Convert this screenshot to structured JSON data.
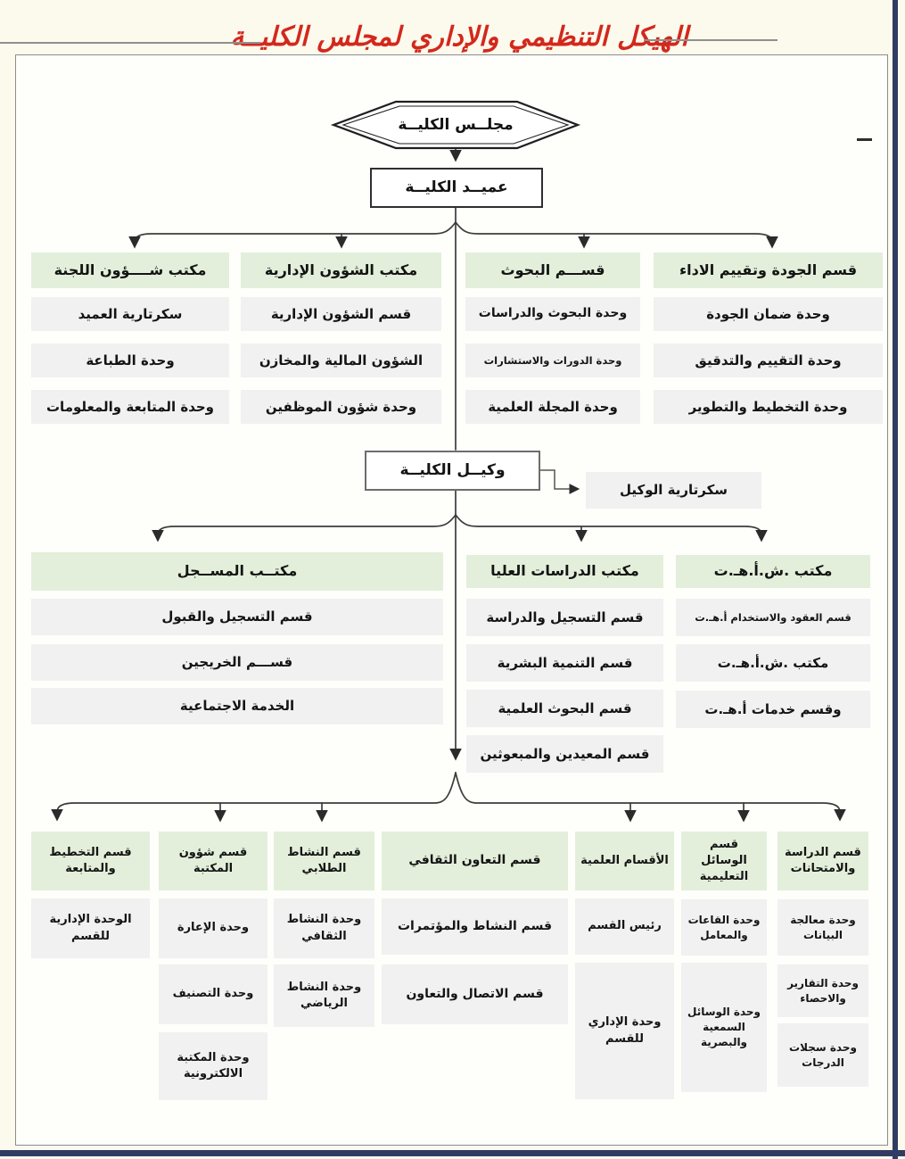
{
  "title": "الهيكل التنظيمي والإداري لمجلس الكليــة",
  "nodes": {
    "council": "مجلــس الكليــة",
    "dean": "عميــد الكليــة",
    "vice_dean": "وكيــل الكليــة",
    "vice_dean_secretary": "سكرتارية الوكيل"
  },
  "dean_offices": [
    {
      "header": "مكتب شــــؤون اللجنة",
      "items": [
        "سكرتارية العميد",
        "وحدة الطباعة",
        "وحدة المتابعة والمعلومات"
      ]
    },
    {
      "header": "مكتب الشؤون الإدارية",
      "items": [
        "قسم الشؤون الإدارية",
        "الشؤون المالية والمخازن",
        "وحدة شؤون الموظفين"
      ]
    },
    {
      "header": "قســـم البحوث",
      "items": [
        "وحدة البحوث والدراسات",
        "وحدة الدورات والاستشارات",
        "وحدة المجلة العلمية"
      ]
    },
    {
      "header": "قسم الجودة وتقييم الاداء",
      "items": [
        "وحدة ضمان الجودة",
        "وحدة التقييم والتدقيق",
        "وحدة التخطيط والتطوير"
      ]
    }
  ],
  "vice_offices": [
    {
      "header": "مكتــب المســجل",
      "items": [
        "قسم التسجيل والقبول",
        "قســـم الخريجين",
        "الخدمة الاجتماعية"
      ]
    },
    {
      "header": "مكتب الدراسات العليا",
      "items": [
        "قسم التسجيل والدراسة",
        "قسم التنمية البشرية",
        "قسم البحوث العلمية",
        "قسم المعيدين والمبعوثين"
      ]
    },
    {
      "header": "مكتب .ش.أ.هـ.ت",
      "items": [
        "قسم العقود والاستخدام أ.هـ.ت",
        "مكتب .ش.أ.هـ.ت",
        "وقسم خدمات أ.هـ.ت"
      ]
    }
  ],
  "departments": [
    {
      "header": "قسم التخطيط والمتابعة",
      "items": [
        "الوحدة الإدارية للقسم"
      ]
    },
    {
      "header": "قسم شؤون المكتبة",
      "items": [
        "وحدة الإعارة",
        "وحدة التصنيف",
        "وحدة المكتبة الالكترونية"
      ]
    },
    {
      "header": "قسم النشاط الطلابي",
      "items": [
        "وحدة النشاط الثقافي",
        "وحدة النشاط الرياضي"
      ]
    },
    {
      "header": "قسم التعاون الثقافي",
      "items": [
        "قسم النشاط والمؤتمرات",
        "قسم الاتصال والتعاون"
      ]
    },
    {
      "header": "الأقسام العلمية",
      "items": [
        "رئيس القسم",
        "وحدة الإداري للقسم"
      ]
    },
    {
      "header": "قسم الوسائل التعليمية",
      "items": [
        "وحدة القاعات والمعامل",
        "وحدة الوسائل السمعية والبصرية"
      ]
    },
    {
      "header": "قسم الدراسة والامتحانات",
      "items": [
        "وحدة معالجة البيانات",
        "وحدة التقارير والاحصاء",
        "وحدة سجلات الدرجات"
      ]
    }
  ],
  "colors": {
    "header_bg": "#e3efda",
    "item_bg": "#f1f1f1",
    "title_red": "#d3281c",
    "line": "#3c3c3c",
    "page_edge_blue": "#303c63"
  }
}
